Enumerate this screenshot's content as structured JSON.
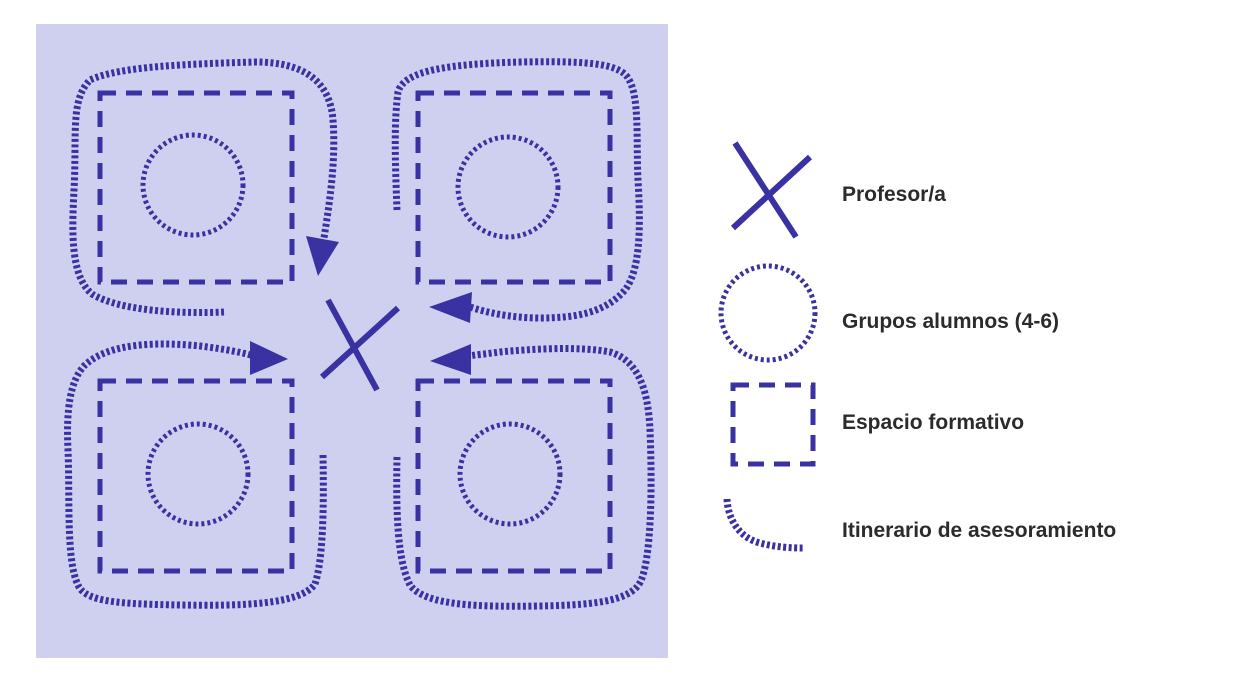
{
  "colors": {
    "panel": "#cfd0ef",
    "ink": "#3a32a2",
    "text": "#2b2b2b"
  },
  "legend": {
    "teacher": "Profesor/a",
    "groups": "Grupos alumnos (4-6)",
    "space": "Espacio formativo",
    "route": "Itinerario de asesoramiento"
  },
  "diagram": {
    "quadrants": [
      {
        "id": "top-left"
      },
      {
        "id": "top-right"
      },
      {
        "id": "bottom-left"
      },
      {
        "id": "bottom-right"
      }
    ],
    "icons": [
      "teacher-cross-icon",
      "group-circle-icon",
      "space-square-icon",
      "route-arc-icon"
    ]
  }
}
